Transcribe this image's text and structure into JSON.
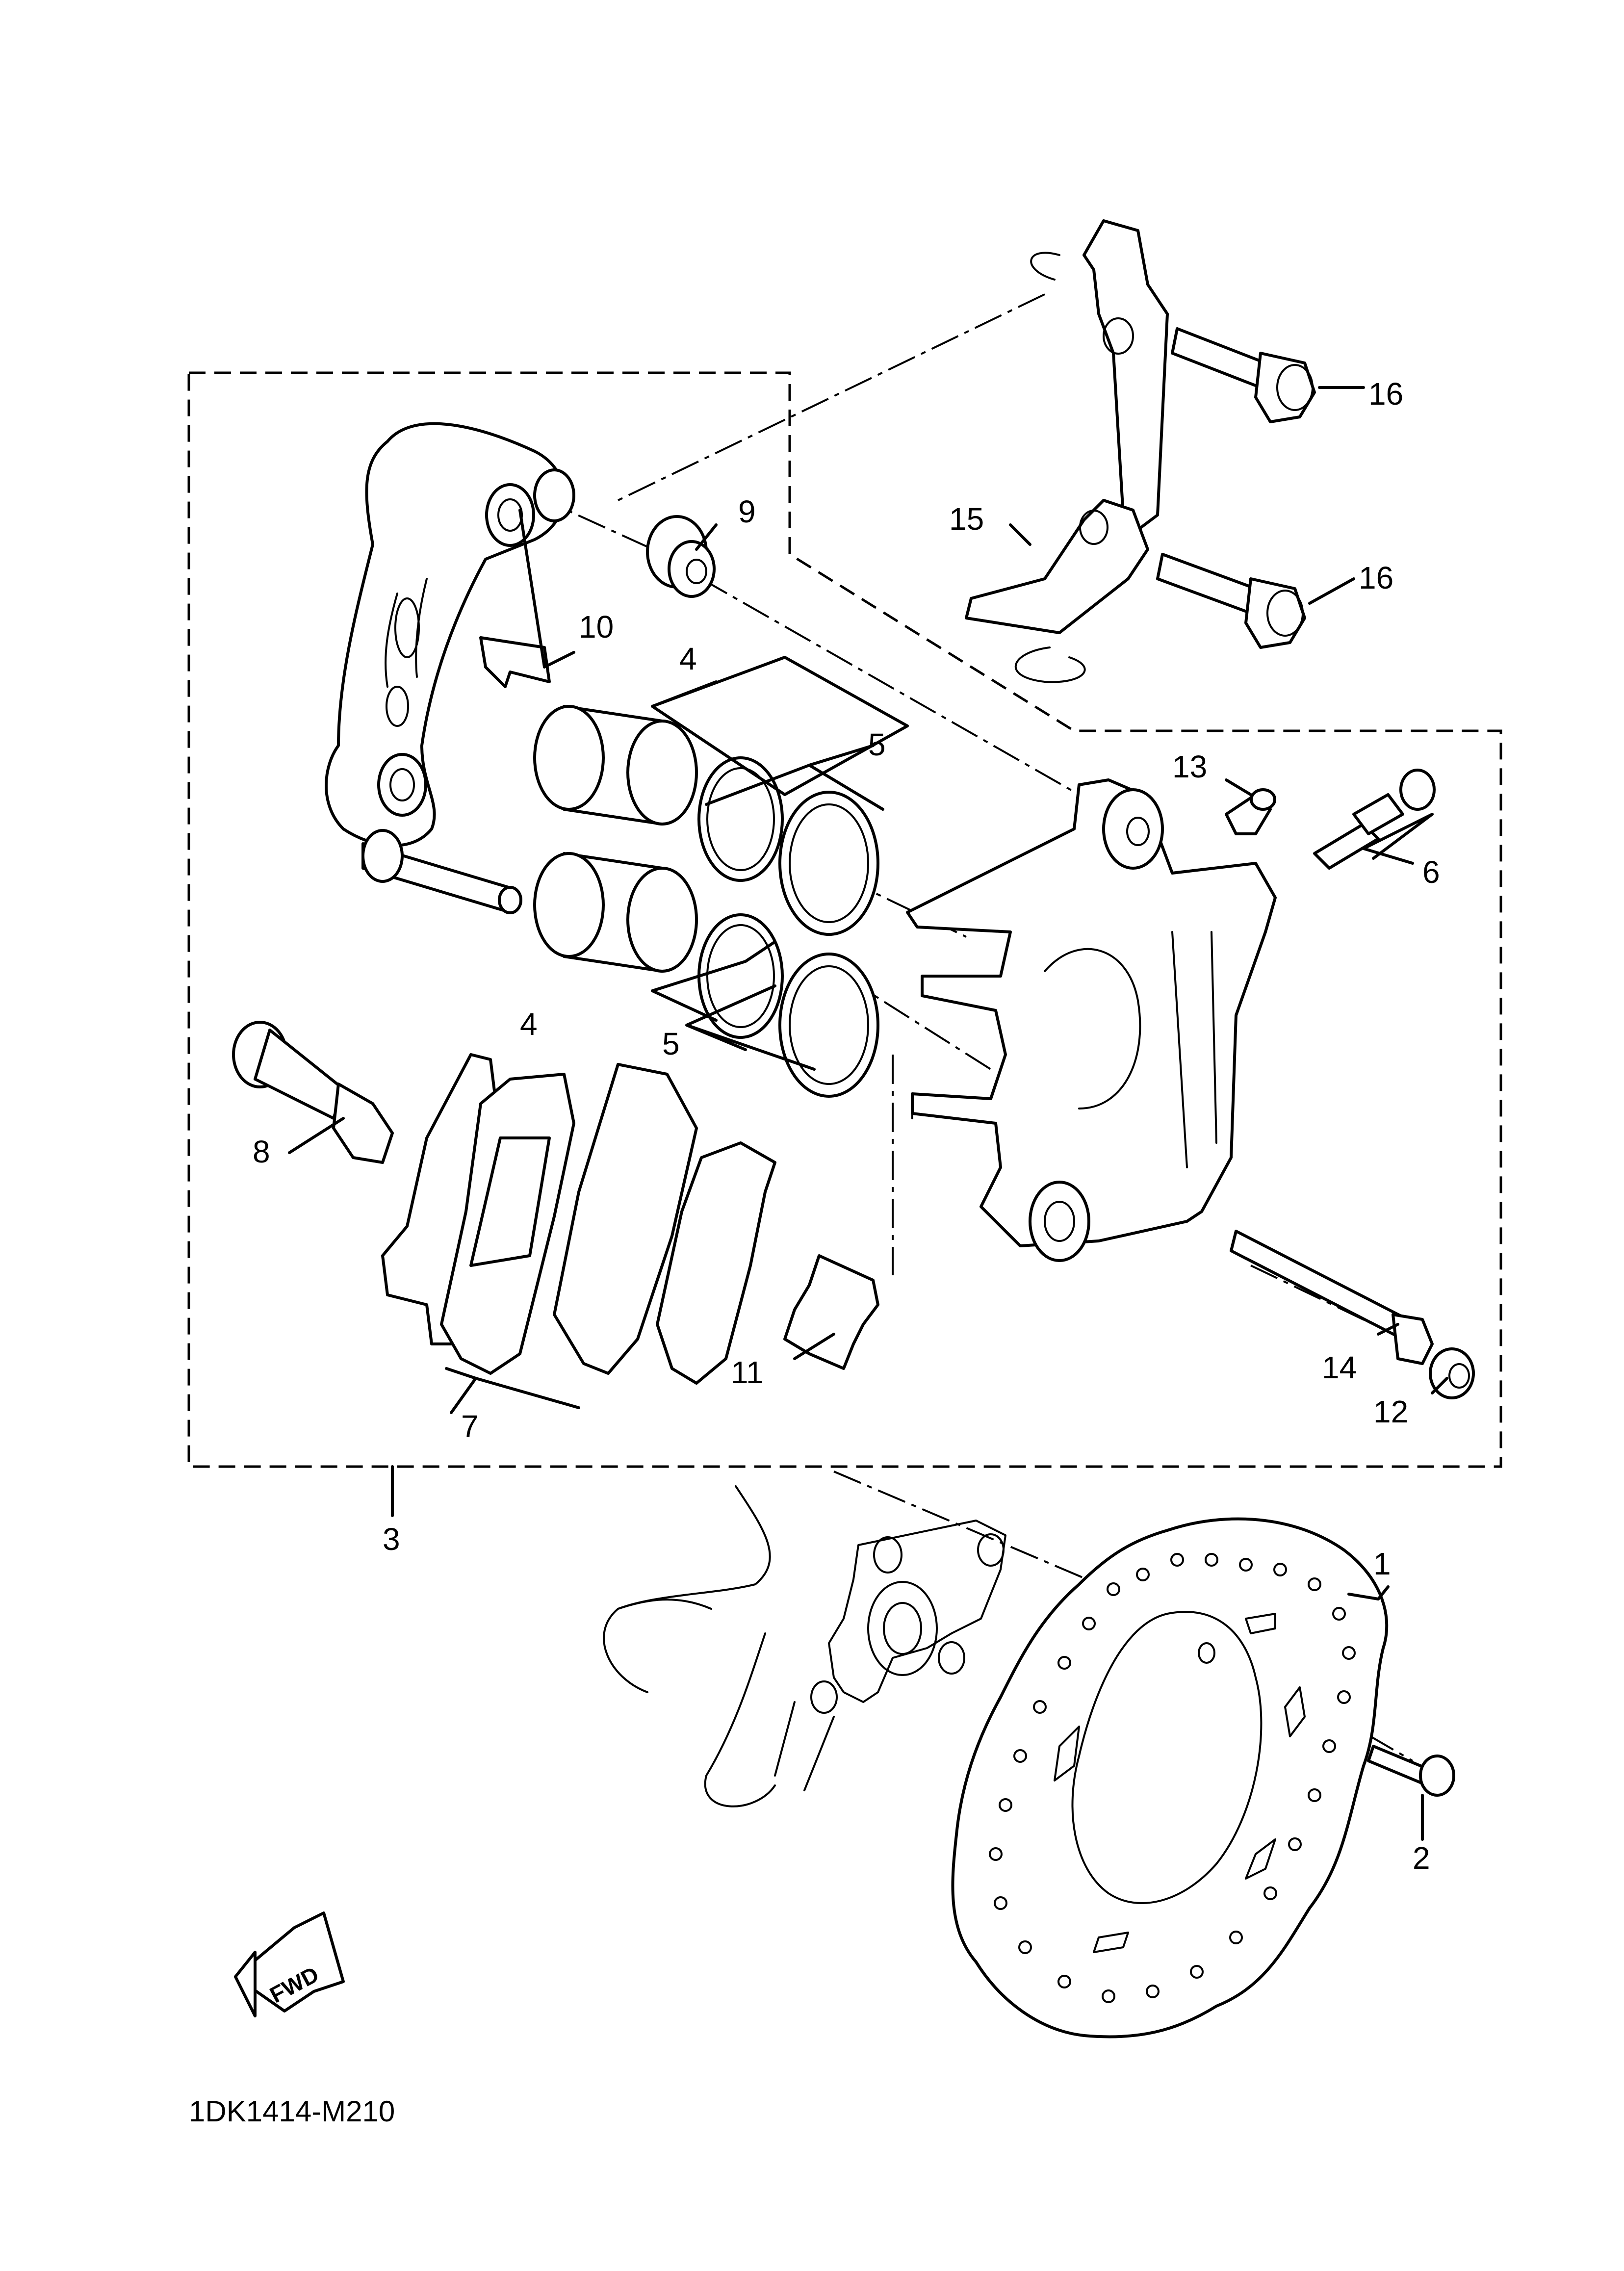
{
  "diagram": {
    "code": "1DK1414-M210",
    "fwd_label": "FWD",
    "callouts": [
      {
        "id": "c1",
        "label": "1"
      },
      {
        "id": "c2",
        "label": "2"
      },
      {
        "id": "c3",
        "label": "3"
      },
      {
        "id": "c4a",
        "label": "4"
      },
      {
        "id": "c4b",
        "label": "4"
      },
      {
        "id": "c5a",
        "label": "5"
      },
      {
        "id": "c5b",
        "label": "5"
      },
      {
        "id": "c6",
        "label": "6"
      },
      {
        "id": "c7",
        "label": "7"
      },
      {
        "id": "c8",
        "label": "8"
      },
      {
        "id": "c9",
        "label": "9"
      },
      {
        "id": "c10",
        "label": "10"
      },
      {
        "id": "c11",
        "label": "11"
      },
      {
        "id": "c12",
        "label": "12"
      },
      {
        "id": "c13",
        "label": "13"
      },
      {
        "id": "c14",
        "label": "14"
      },
      {
        "id": "c15",
        "label": "15"
      },
      {
        "id": "c16a",
        "label": "16"
      },
      {
        "id": "c16b",
        "label": "16"
      }
    ]
  }
}
